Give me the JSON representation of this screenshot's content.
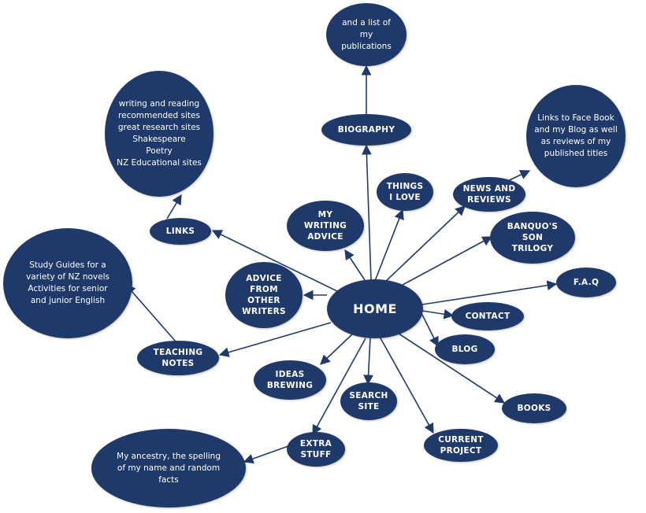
{
  "colors": {
    "node_fill": "#1f3a6a",
    "line": "#1f3a6a",
    "text": "#ffffff",
    "background": "#ffffff"
  },
  "nodes": {
    "home": "HOME",
    "biography": "BIOGRAPHY",
    "publications": "and a list of\nmy\npublications",
    "things_i_love": "THINGS\nI LOVE",
    "news_and_reviews": "NEWS AND\nREVIEWS",
    "news_details": "Links to Face Book\nand my Blog as well\nas reviews of my\npublished titles",
    "my_writing_advice": "MY\nWRITING\nADVICE",
    "banquos_son": "BANQUO'S\nSON\nTRILOGY",
    "links": "LINKS",
    "links_details": "writing and reading\nrecommended sites\ngreat research sites\nShakespeare\nPoetry\nNZ Educational sites",
    "advice_other_writers": "ADVICE\nFROM\nOTHER\nWRITERS",
    "faq": "F.A.Q",
    "contact": "CONTACT",
    "blog": "BLOG",
    "teaching_notes": "TEACHING\nNOTES",
    "teaching_details": "Study Guides for a\nvariety of NZ novels\nActivities for senior\nand junior English",
    "ideas_brewing": "IDEAS\nBREWING",
    "search_site": "SEARCH\nSITE",
    "books": "BOOKS",
    "current_project": "CURRENT\nPROJECT",
    "extra_stuff": "EXTRA\nSTUFF",
    "extra_details": "My ancestry, the spelling\nof my name and random\nfacts"
  }
}
